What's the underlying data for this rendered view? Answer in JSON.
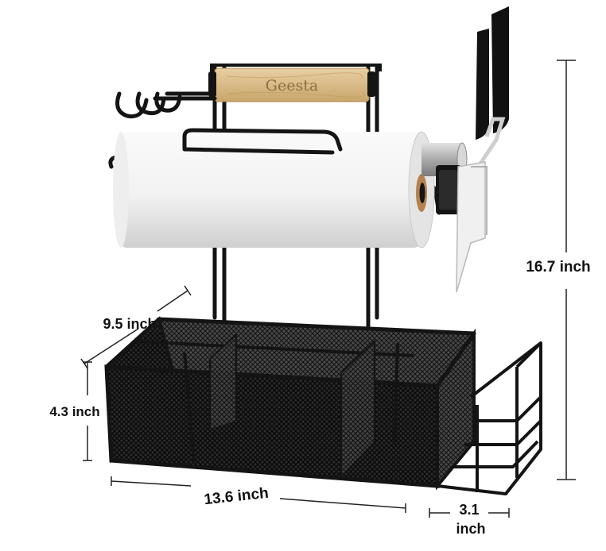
{
  "product": {
    "brand_label": "Geesta"
  },
  "dimensions": {
    "height": "16.7 inch",
    "depth": "9.5 inch",
    "basket_height": "4.3 inch",
    "width": "13.6 inch",
    "side_rack_value": "3.1",
    "side_rack_unit": "inch"
  },
  "colors": {
    "metal": "#141414",
    "wood": "#dcc08e",
    "paper": "#f3f3f3",
    "steel": "#bfbfbf",
    "dimension_line": "#222222"
  }
}
